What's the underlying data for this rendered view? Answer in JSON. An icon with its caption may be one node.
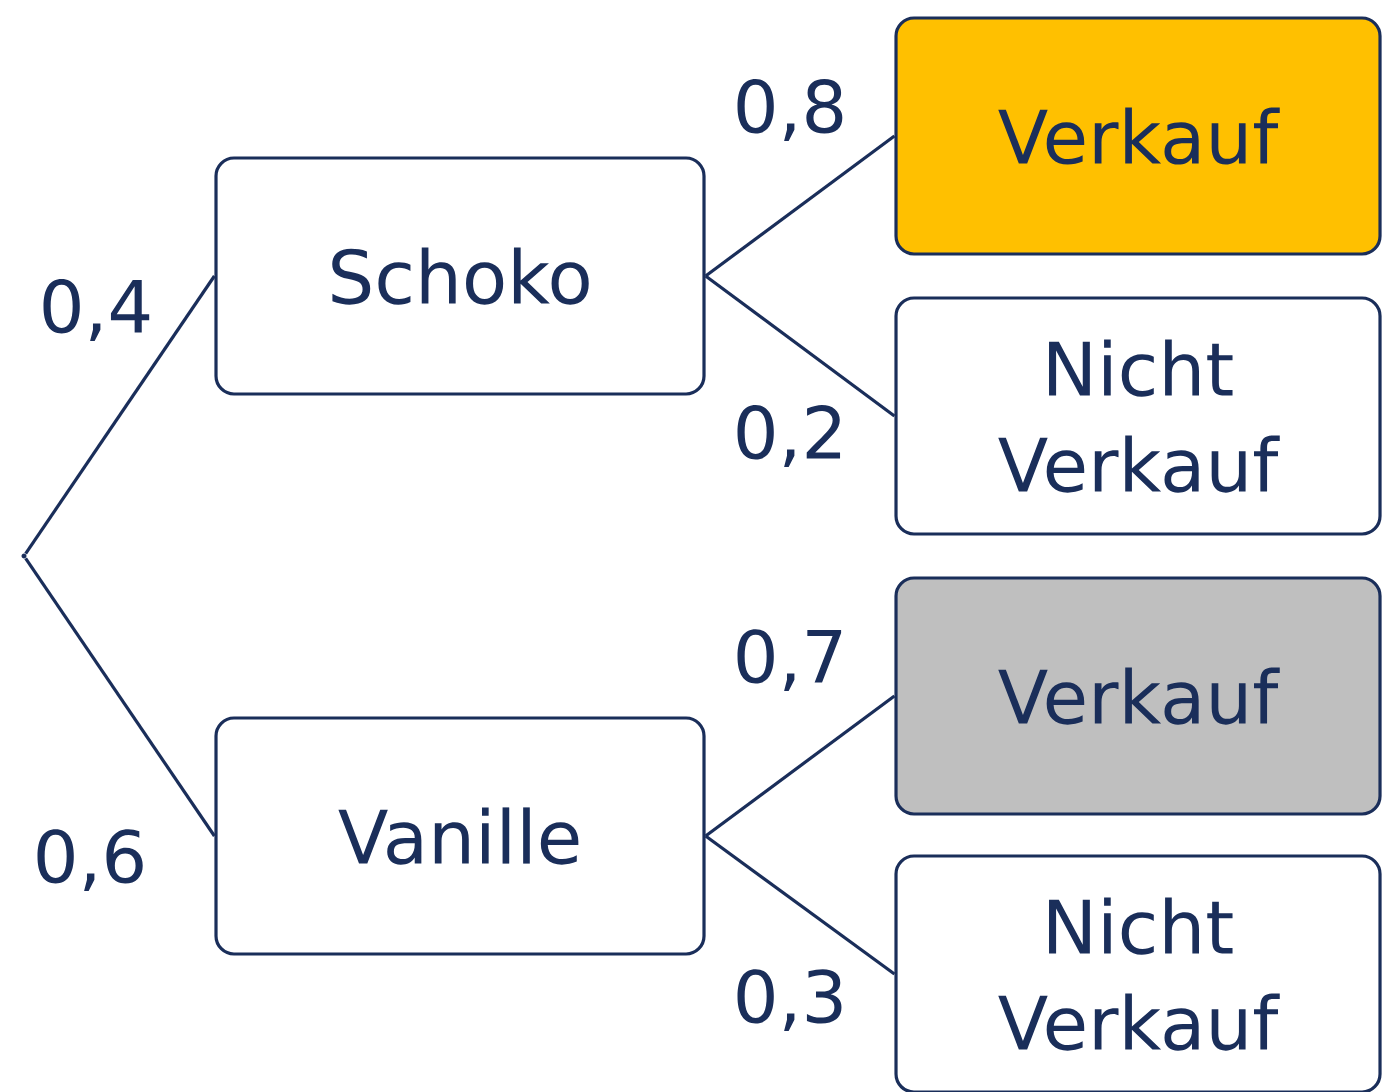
{
  "diagram": {
    "nodes": [
      {
        "text": [],
        "shape": "point"
      },
      {
        "text": [
          "Schoko"
        ]
      },
      {
        "text": [
          "Verkauf"
        ]
      },
      {
        "text": [
          "Nicht Verkauf"
        ]
      },
      {
        "text": [
          "Vanille"
        ]
      },
      {
        "text": [
          "Verkauf"
        ]
      },
      {
        "text": [
          "Nicht Verkauf"
        ]
      }
    ],
    "edges": [
      {
        "from": 0,
        "to": 1,
        "arrow": "none",
        "label": "0,4"
      },
      {
        "from": 0,
        "to": 4,
        "arrow": "none",
        "label": "0,6"
      },
      {
        "from": 1,
        "to": 2,
        "arrow": "none",
        "label": "0,8"
      },
      {
        "from": 1,
        "to": 3,
        "arrow": "none",
        "label": "0,2"
      },
      {
        "from": 4,
        "to": 5,
        "arrow": "none",
        "label": "0,7"
      },
      {
        "from": 4,
        "to": 6,
        "arrow": "none",
        "label": "0,3"
      }
    ]
  }
}
